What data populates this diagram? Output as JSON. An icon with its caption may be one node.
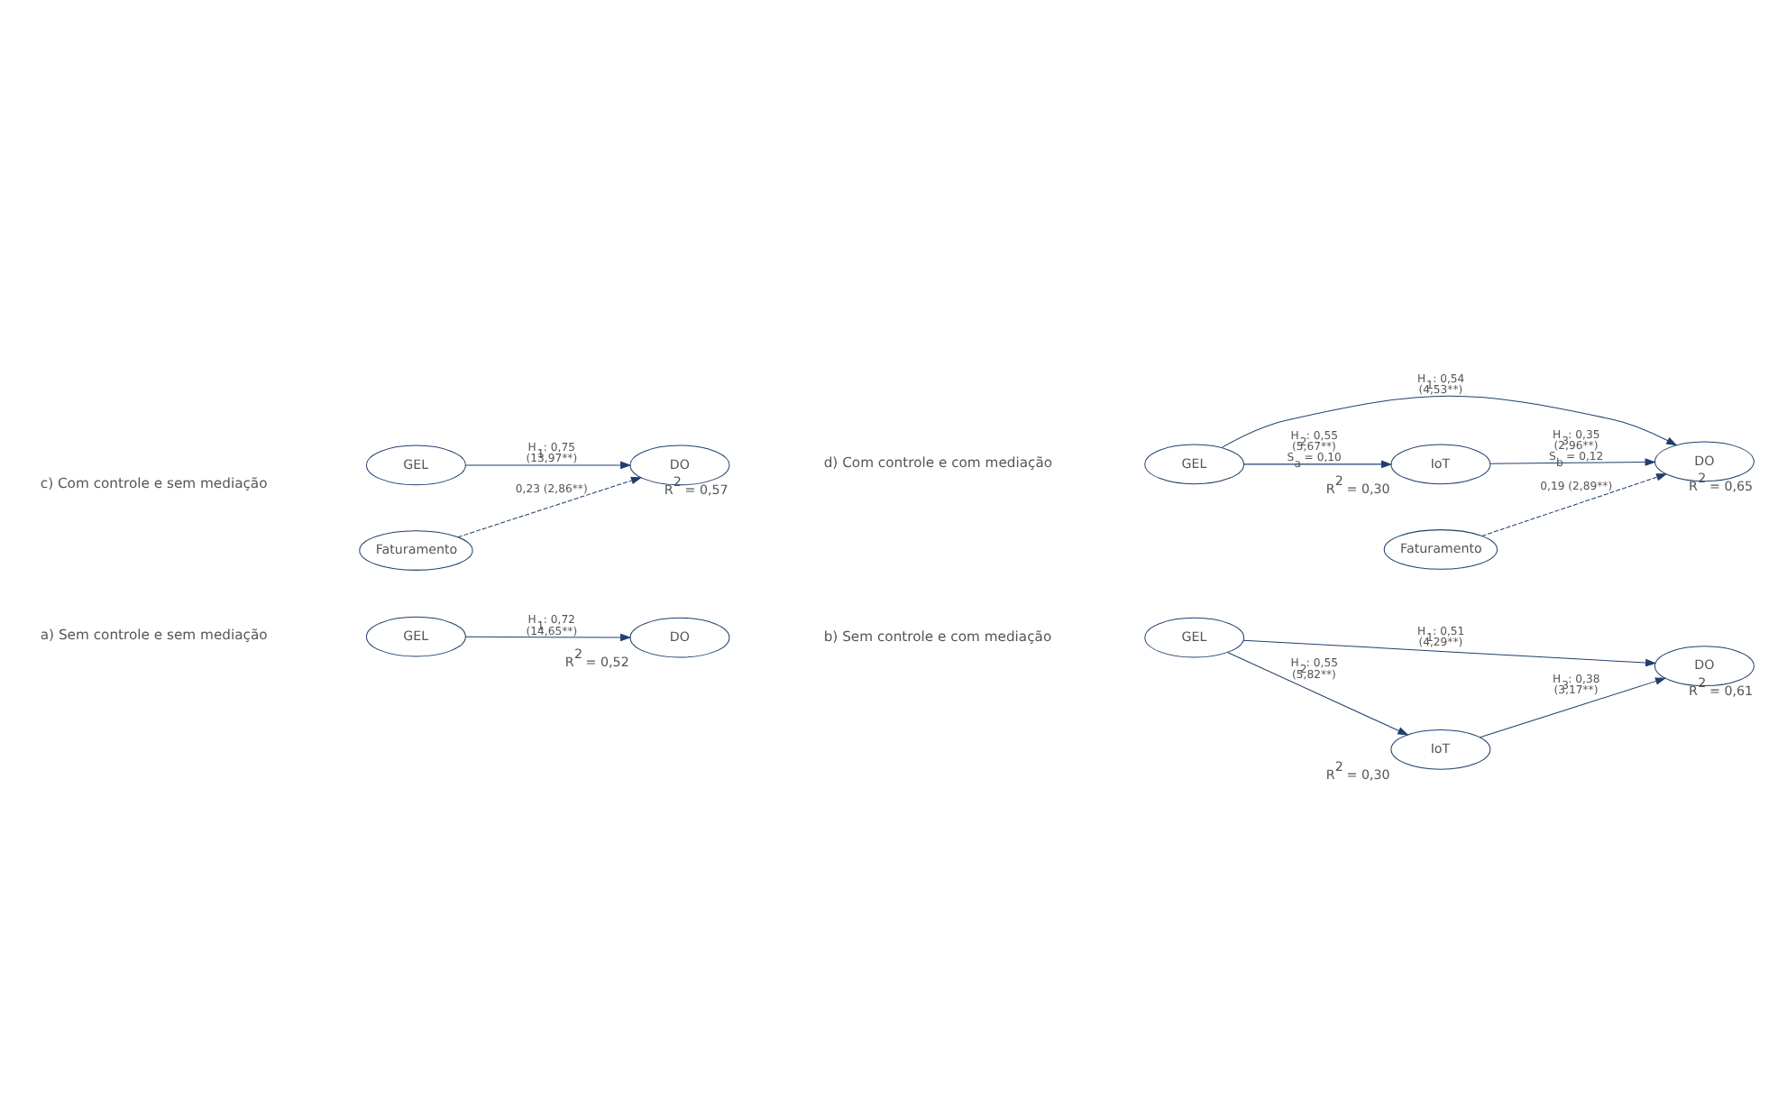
{
  "diagram": {
    "nodes": [
      {
        "text": [
          "GEL"
        ]
      },
      {
        "text": [
          "DO"
        ],
        "beside": [
          "R$^{2}$ = 0,52"
        ]
      },
      {
        "text": [
          "GEL"
        ]
      },
      {
        "text": [
          "IoT"
        ],
        "beside": [
          "R$^{2}$ = 0,30"
        ]
      },
      {
        "text": [
          "DO"
        ],
        "beside": [
          "R$^{2}$ = 0,61"
        ]
      },
      {
        "text": [
          "GEL"
        ]
      },
      {
        "text": [
          "Faturamento"
        ]
      },
      {
        "text": [
          "DO"
        ],
        "beside": [
          "R$^{2}$ = 0,57"
        ]
      },
      {
        "text": [
          "GEL"
        ]
      },
      {
        "text": [
          "IoT"
        ],
        "beside": [
          "R$^{2}$ = 0,30"
        ]
      },
      {
        "text": [
          "Faturamento"
        ]
      },
      {
        "text": [
          "DO"
        ],
        "beside": [
          "R$^{2}$ = 0,65"
        ]
      }
    ],
    "edges": [
      {
        "from": 0,
        "to": 1,
        "arrow": "to",
        "label": "H$_{1}$: 0,72 (14,65**)"
      },
      {
        "from": 2,
        "to": 3,
        "arrow": "to",
        "label": "H$_{2}$: 0,55 (5,82**)"
      },
      {
        "from": 3,
        "to": 4,
        "arrow": "to",
        "label": "H$_{3}$: 0,38 (3,17**)"
      },
      {
        "from": 2,
        "to": 4,
        "arrow": "to",
        "label": "H$_{1}$: 0,51 (4,29**)"
      },
      {
        "from": 6,
        "to": 7,
        "arrow": "to",
        "style": "dashed",
        "label": "0,23 (2,86**)"
      },
      {
        "from": 5,
        "to": 7,
        "arrow": "to",
        "label": "H$_{1}$: 0,75 (13,97**)"
      },
      {
        "from": 8,
        "to": 9,
        "arrow": "to",
        "label": "H$_{2}$: 0,55 (5,67**) S$_{a}$ = 0,10"
      },
      {
        "from": 9,
        "to": 11,
        "arrow": "to",
        "label": "H$_{3}$: 0,35 (2,96**) S$_{b}$ = 0,12"
      },
      {
        "from": 8,
        "to": 11,
        "arrow": "to",
        "label": "H$_{1}$: 0,54 (4,53**)"
      },
      {
        "from": 10,
        "to": 11,
        "arrow": "to",
        "style": "dashed",
        "label": "0,19 (2,89**)"
      }
    ],
    "labels": [
      "a) Sem controle e sem mediação",
      "b) Sem controle e com mediação",
      "c) Com controle e sem mediação",
      "d) Com controle e com mediação"
    ]
  }
}
